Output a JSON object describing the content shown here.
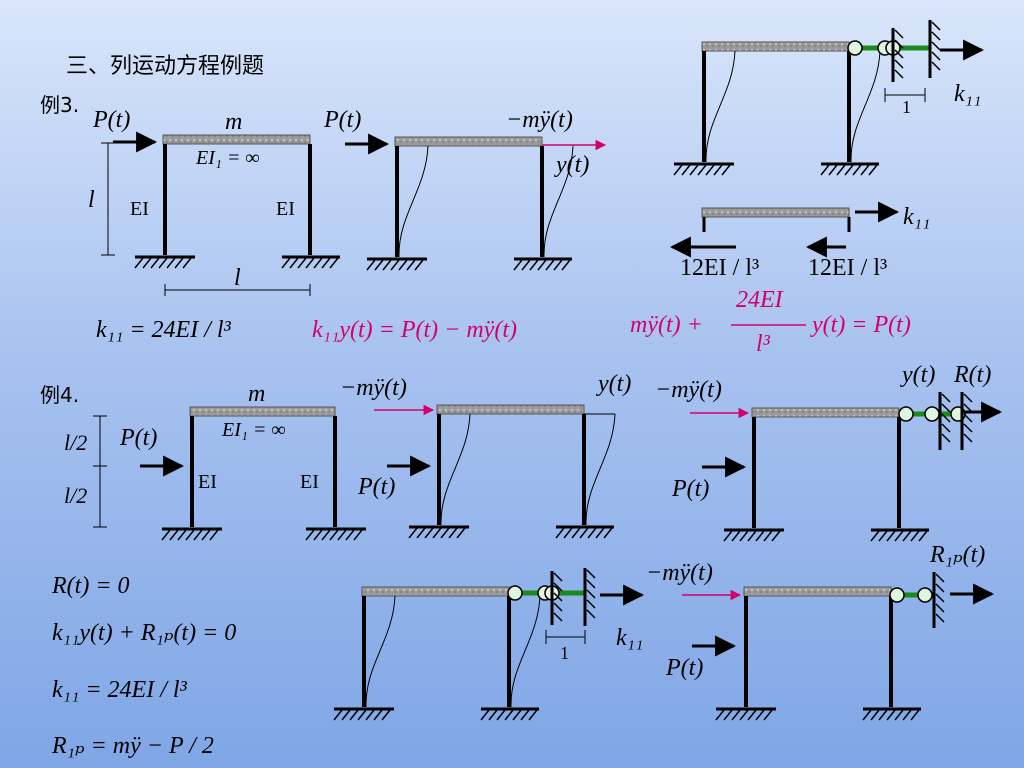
{
  "heading": "三、列运动方程例题",
  "ex3": {
    "label": "例3.",
    "P": "P(t)",
    "m": "m",
    "EI1": "EI₁ = ∞",
    "EI": "EI",
    "l": "l",
    "inertia": "−mÿ(t)",
    "y": "y(t)",
    "k11": "k₁₁",
    "one": "1",
    "shear_left": "12EI / l³",
    "shear_right": "12EI / l³",
    "k11_value": "k₁₁ = 24EI / l³",
    "equation1": "k₁₁y(t) = P(t) − mÿ(t)",
    "eq2_left": "mÿ(t) +",
    "eq2_num": "24EI",
    "eq2_den": "l³",
    "eq2_right": "y(t) = P(t)"
  },
  "ex4": {
    "label": "例4.",
    "m": "m",
    "EI1": "EI₁ = ∞",
    "EI": "EI",
    "half_top": "l/2",
    "half_bottom": "l/2",
    "P": "P(t)",
    "inertia": "−mÿ(t)",
    "y": "y(t)",
    "R": "R(t)",
    "R1P": "R₁ₚ(t)",
    "k11": "k₁₁",
    "one": "1",
    "eq_R": "R(t) = 0",
    "eq_motion": "k₁₁y(t) + R₁ₚ(t) = 0",
    "eq_k11": "k₁₁ = 24EI / l³",
    "eq_R1P": "R₁ₚ = mÿ − P / 2"
  },
  "colors": {
    "text": "#000000",
    "highlight": "#d4006a",
    "link": "#1a8a1a",
    "joint": "#dff5df",
    "beam": "#a0a0a0"
  }
}
